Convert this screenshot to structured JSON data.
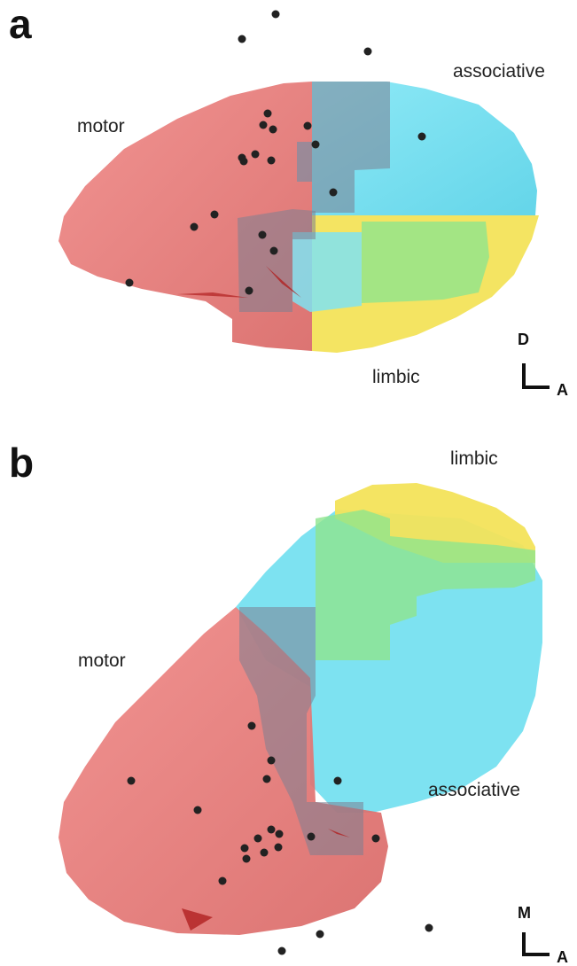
{
  "colors": {
    "motor": "#e87574",
    "associative": "#6fdff0",
    "limbic": "#f3e35a",
    "overlap_green": "#8fe58d",
    "overlap_gray": "#7b7f92",
    "dots": "#222222"
  },
  "panels": [
    {
      "letter": "a",
      "labels": {
        "motor": "motor",
        "associative": "associative",
        "limbic": "limbic"
      },
      "axis": {
        "vertical": "D",
        "horizontal": "A"
      }
    },
    {
      "letter": "b",
      "labels": {
        "motor": "motor",
        "associative": "associative",
        "limbic": "limbic"
      },
      "axis": {
        "vertical": "M",
        "horizontal": "A"
      }
    }
  ]
}
